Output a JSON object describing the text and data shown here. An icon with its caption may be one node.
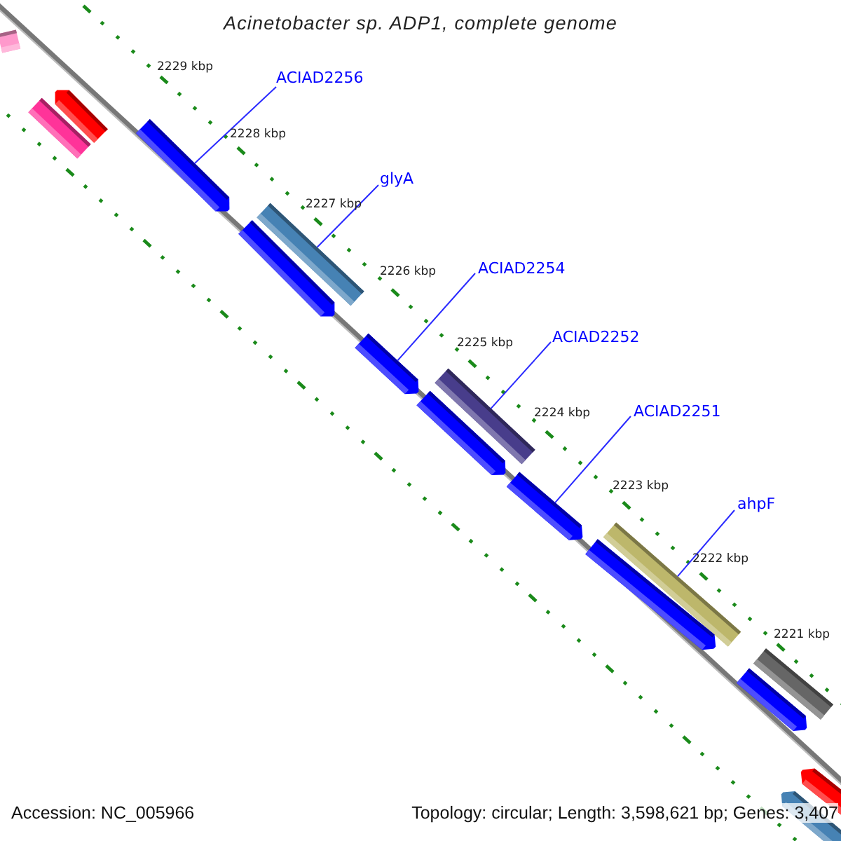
{
  "diagram": {
    "title": "Acinetobacter sp. ADP1, complete genome",
    "nodes": [
      {
        "text": [
          "ACIAD2256"
        ]
      },
      {
        "text": [
          "glyA"
        ]
      },
      {
        "text": [
          "ACIAD2254"
        ]
      },
      {
        "text": [
          "ACIAD2252"
        ]
      },
      {
        "text": [
          "ACIAD2251"
        ]
      },
      {
        "text": [
          "ahpF"
        ]
      },
      {
        "text": [],
        "shape": "bar"
      },
      {
        "text": [],
        "shape": "bar"
      },
      {
        "text": [],
        "shape": "bar"
      },
      {
        "text": [],
        "shape": "bar"
      },
      {
        "text": [],
        "shape": "bar"
      },
      {
        "text": [],
        "shape": "bar"
      },
      {
        "text": [],
        "shape": "bar"
      },
      {
        "text": [],
        "shape": "bar"
      },
      {
        "text": [],
        "shape": "bar"
      },
      {
        "text": [],
        "shape": "bar"
      },
      {
        "text": [],
        "shape": "bar"
      },
      {
        "text": [],
        "shape": "bar"
      },
      {
        "text": [],
        "shape": "bar"
      },
      {
        "text": [],
        "shape": "bar"
      },
      {
        "text": [],
        "shape": "bar"
      },
      {
        "text": [],
        "shape": "bar"
      }
    ],
    "edges": [
      {
        "from": 0,
        "to": 9,
        "arrow": "none"
      },
      {
        "from": 1,
        "to": 10,
        "arrow": "none"
      },
      {
        "from": 2,
        "to": 12,
        "arrow": "none"
      },
      {
        "from": 3,
        "to": 13,
        "arrow": "none"
      },
      {
        "from": 4,
        "to": 15,
        "arrow": "none"
      },
      {
        "from": 5,
        "to": 16,
        "arrow": "none"
      }
    ],
    "labels": [
      "2229 kbp",
      "2228 kbp",
      "2227 kbp",
      "2226 kbp",
      "2225 kbp",
      "2224 kbp",
      "2223 kbp",
      "2222 kbp",
      "2221 kbp",
      "Accession: NC_005966",
      "Topology: circular; Length: 3,598,621 bp; Genes: 3,407"
    ]
  }
}
